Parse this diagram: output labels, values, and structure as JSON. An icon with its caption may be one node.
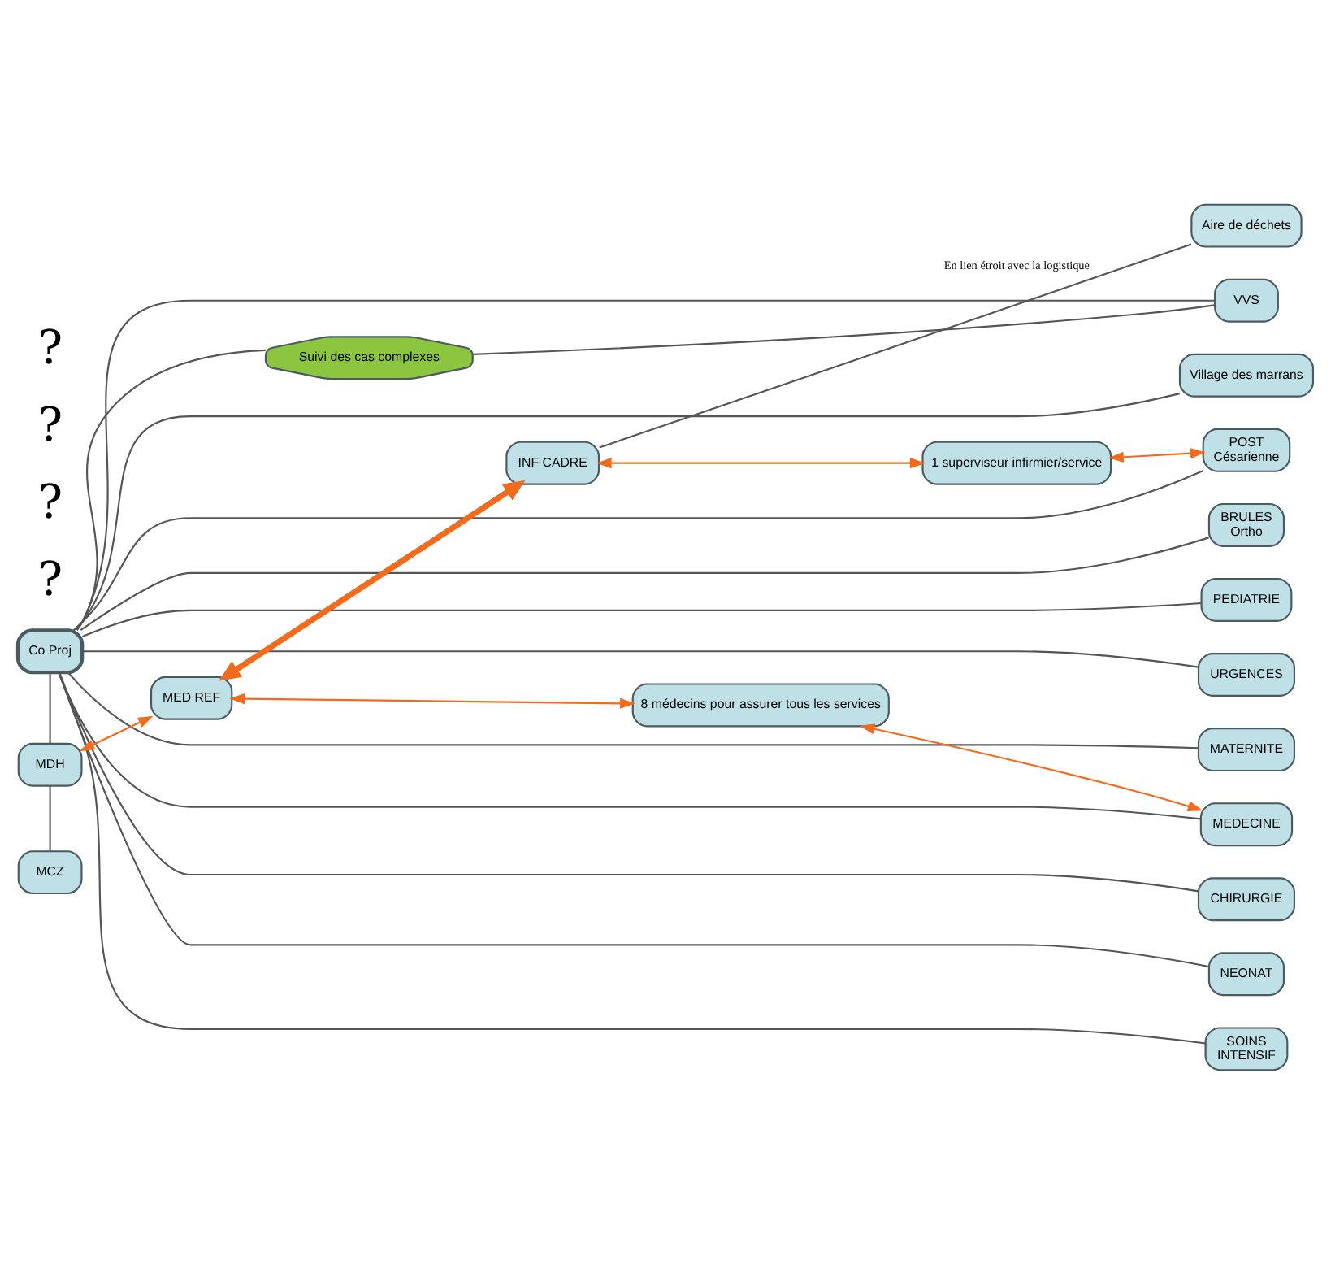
{
  "diagram": {
    "nodes": [
      {
        "text": [
          "Co Proj"
        ]
      },
      {
        "text": [
          "MDH"
        ]
      },
      {
        "text": [
          "MCZ"
        ]
      },
      {
        "text": [
          "MED REF"
        ]
      },
      {
        "text": [
          "INF CADRE"
        ]
      },
      {
        "text": [
          "1 superviseur infirmier/service"
        ]
      },
      {
        "text": [
          "8 médecins pour assurer tous les services"
        ]
      },
      {
        "text": [
          "Suivi des cas complexes"
        ]
      },
      {
        "text": [
          "Aire de déchets"
        ]
      },
      {
        "text": [
          "VVS"
        ]
      },
      {
        "text": [
          "Village des marrans"
        ]
      },
      {
        "text": [
          "POST",
          "Césarienne"
        ]
      },
      {
        "text": [
          "BRULES",
          "Ortho"
        ]
      },
      {
        "text": [
          "PEDIATRIE"
        ]
      },
      {
        "text": [
          "URGENCES"
        ]
      },
      {
        "text": [
          "MATERNITE"
        ]
      },
      {
        "text": [
          "MEDECINE"
        ]
      },
      {
        "text": [
          "CHIRURGIE"
        ]
      },
      {
        "text": [
          "NEONAT"
        ]
      },
      {
        "text": [
          "SOINS",
          "INTENSIF"
        ]
      }
    ],
    "edges": [
      {
        "from": 0,
        "to": 1,
        "arrow": "none"
      },
      {
        "from": 1,
        "to": 2,
        "arrow": "none"
      },
      {
        "from": 0,
        "to": 7,
        "arrow": "none"
      },
      {
        "from": 7,
        "to": 9,
        "arrow": "none"
      },
      {
        "from": 4,
        "to": 8,
        "arrow": "none",
        "label": "En lien étroit avec la logistique"
      },
      {
        "from": 0,
        "to": 9,
        "arrow": "none"
      },
      {
        "from": 0,
        "to": 10,
        "arrow": "none"
      },
      {
        "from": 0,
        "to": 11,
        "arrow": "none"
      },
      {
        "from": 0,
        "to": 12,
        "arrow": "none"
      },
      {
        "from": 0,
        "to": 13,
        "arrow": "none"
      },
      {
        "from": 0,
        "to": 14,
        "arrow": "none"
      },
      {
        "from": 0,
        "to": 15,
        "arrow": "none"
      },
      {
        "from": 0,
        "to": 16,
        "arrow": "none"
      },
      {
        "from": 0,
        "to": 17,
        "arrow": "none"
      },
      {
        "from": 0,
        "to": 18,
        "arrow": "none"
      },
      {
        "from": 0,
        "to": 19,
        "arrow": "none"
      },
      {
        "from": 3,
        "to": 4,
        "arrow": "both",
        "style": "thick",
        "color": "#f26b1d"
      },
      {
        "from": 1,
        "to": 3,
        "arrow": "both",
        "color": "#f26b1d"
      },
      {
        "from": 3,
        "to": 6,
        "arrow": "both",
        "color": "#f26b1d"
      },
      {
        "from": 4,
        "to": 5,
        "arrow": "both",
        "color": "#f26b1d"
      },
      {
        "from": 5,
        "to": 11,
        "arrow": "both",
        "color": "#f26b1d"
      },
      {
        "from": 6,
        "to": 16,
        "arrow": "both",
        "color": "#f26b1d"
      }
    ],
    "labels": [
      "?",
      "?",
      "?",
      "?"
    ]
  }
}
